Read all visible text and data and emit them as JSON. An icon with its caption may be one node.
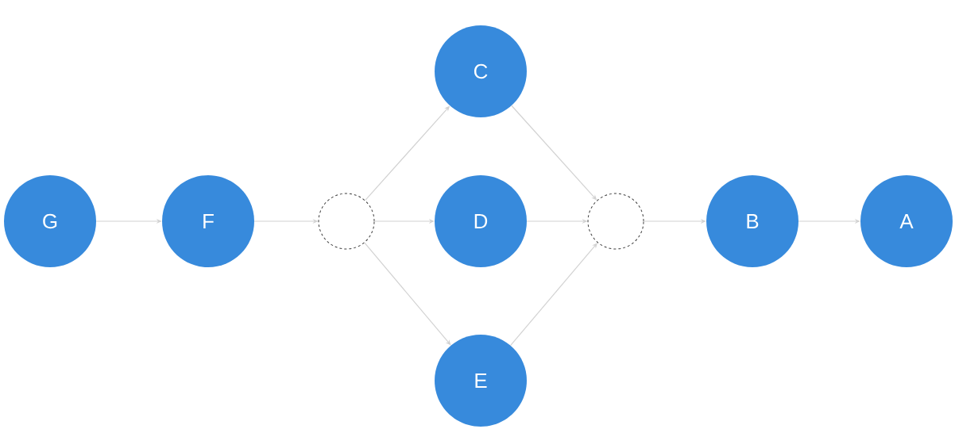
{
  "diagram": {
    "nodes": [
      {
        "text": [
          "G"
        ]
      },
      {
        "text": [
          "F"
        ]
      },
      {
        "text": [],
        "shape": "circle"
      },
      {
        "text": [
          "C"
        ]
      },
      {
        "text": [
          "D"
        ]
      },
      {
        "text": [
          "E"
        ]
      },
      {
        "text": [],
        "shape": "circle"
      },
      {
        "text": [
          "B"
        ]
      },
      {
        "text": [
          "A"
        ]
      }
    ],
    "edges": [
      {
        "from": 0,
        "to": 1,
        "arrow": "to"
      },
      {
        "from": 1,
        "to": 2,
        "arrow": "to"
      },
      {
        "from": 2,
        "to": 3,
        "arrow": "to"
      },
      {
        "from": 2,
        "to": 4,
        "arrow": "to"
      },
      {
        "from": 2,
        "to": 5,
        "arrow": "to"
      },
      {
        "from": 3,
        "to": 6,
        "arrow": "to"
      },
      {
        "from": 4,
        "to": 6,
        "arrow": "to"
      },
      {
        "from": 5,
        "to": 6,
        "arrow": "to"
      },
      {
        "from": 6,
        "to": 7,
        "arrow": "to"
      },
      {
        "from": 7,
        "to": 8,
        "arrow": "to"
      }
    ]
  }
}
